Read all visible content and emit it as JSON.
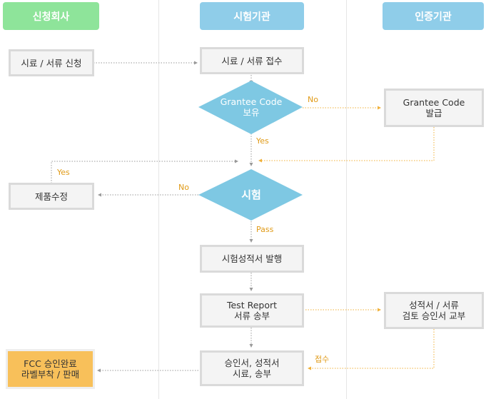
{
  "lanes": {
    "applicant": "신청회사",
    "lab": "시험기관",
    "cert": "인증기관"
  },
  "colors": {
    "applicant_header": "#8ee49a",
    "lab_header": "#8fcde9",
    "cert_header": "#8fcde9",
    "decision": "#7ec8e3",
    "final_box": "#f8c05a",
    "label": "#e09a16",
    "connector": "#999999"
  },
  "nodes": {
    "apply": "시료 / 서류 신청",
    "receive": "시료 / 서류 접수",
    "grantee_decision": "Grantee Code\n보유",
    "grantee_issue": "Grantee Code\n발급",
    "test_decision": "시험",
    "modify": "제품수정",
    "report_issue": "시험성적서 발행",
    "test_report": "Test Report\n서류 송부",
    "review": "성적서 / 서류\n검토 승인서 교부",
    "approval_send": "승인서, 성적서\n시료, 송부",
    "final": "FCC 승인완료\n라벨부착 / 판매"
  },
  "edge_labels": {
    "no_grantee": "No",
    "yes_grantee": "Yes",
    "no_test": "No",
    "yes_modify": "Yes",
    "pass": "Pass",
    "receipt": "접수"
  }
}
